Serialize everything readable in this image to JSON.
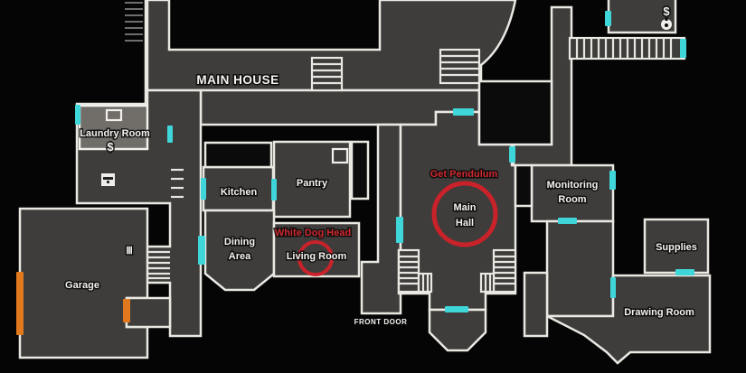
{
  "title": "MAIN HOUSE",
  "rooms": {
    "laundry": "Laundry Room",
    "kitchen": "Kitchen",
    "pantry": "Pantry",
    "dining_line1": "Dining",
    "dining_line2": "Area",
    "living": "Living Room",
    "main_hall_line1": "Main",
    "main_hall_line2": "Hall",
    "monitoring_line1": "Monitoring",
    "monitoring_line2": "Room",
    "supplies": "Supplies",
    "drawing": "Drawing Room",
    "garage": "Garage"
  },
  "annotations": {
    "pendulum": "Get Pendulum",
    "dog_head": "White Dog Head",
    "front_door": "FRONT DOOR"
  },
  "icons": {
    "money_laundry": "$",
    "money_attic": "$",
    "garage_shutter": "Ⅲ"
  },
  "colors": {
    "background": "#050505",
    "room_fill": "#3f3d3b",
    "wall": "#eae8e2",
    "door_marker": "#3fd6d9",
    "garage_door_marker": "#e2791f",
    "objective_red": "#c9222a",
    "label_text": "#f4f3ef",
    "laundry_highlight": "#716e6a"
  }
}
